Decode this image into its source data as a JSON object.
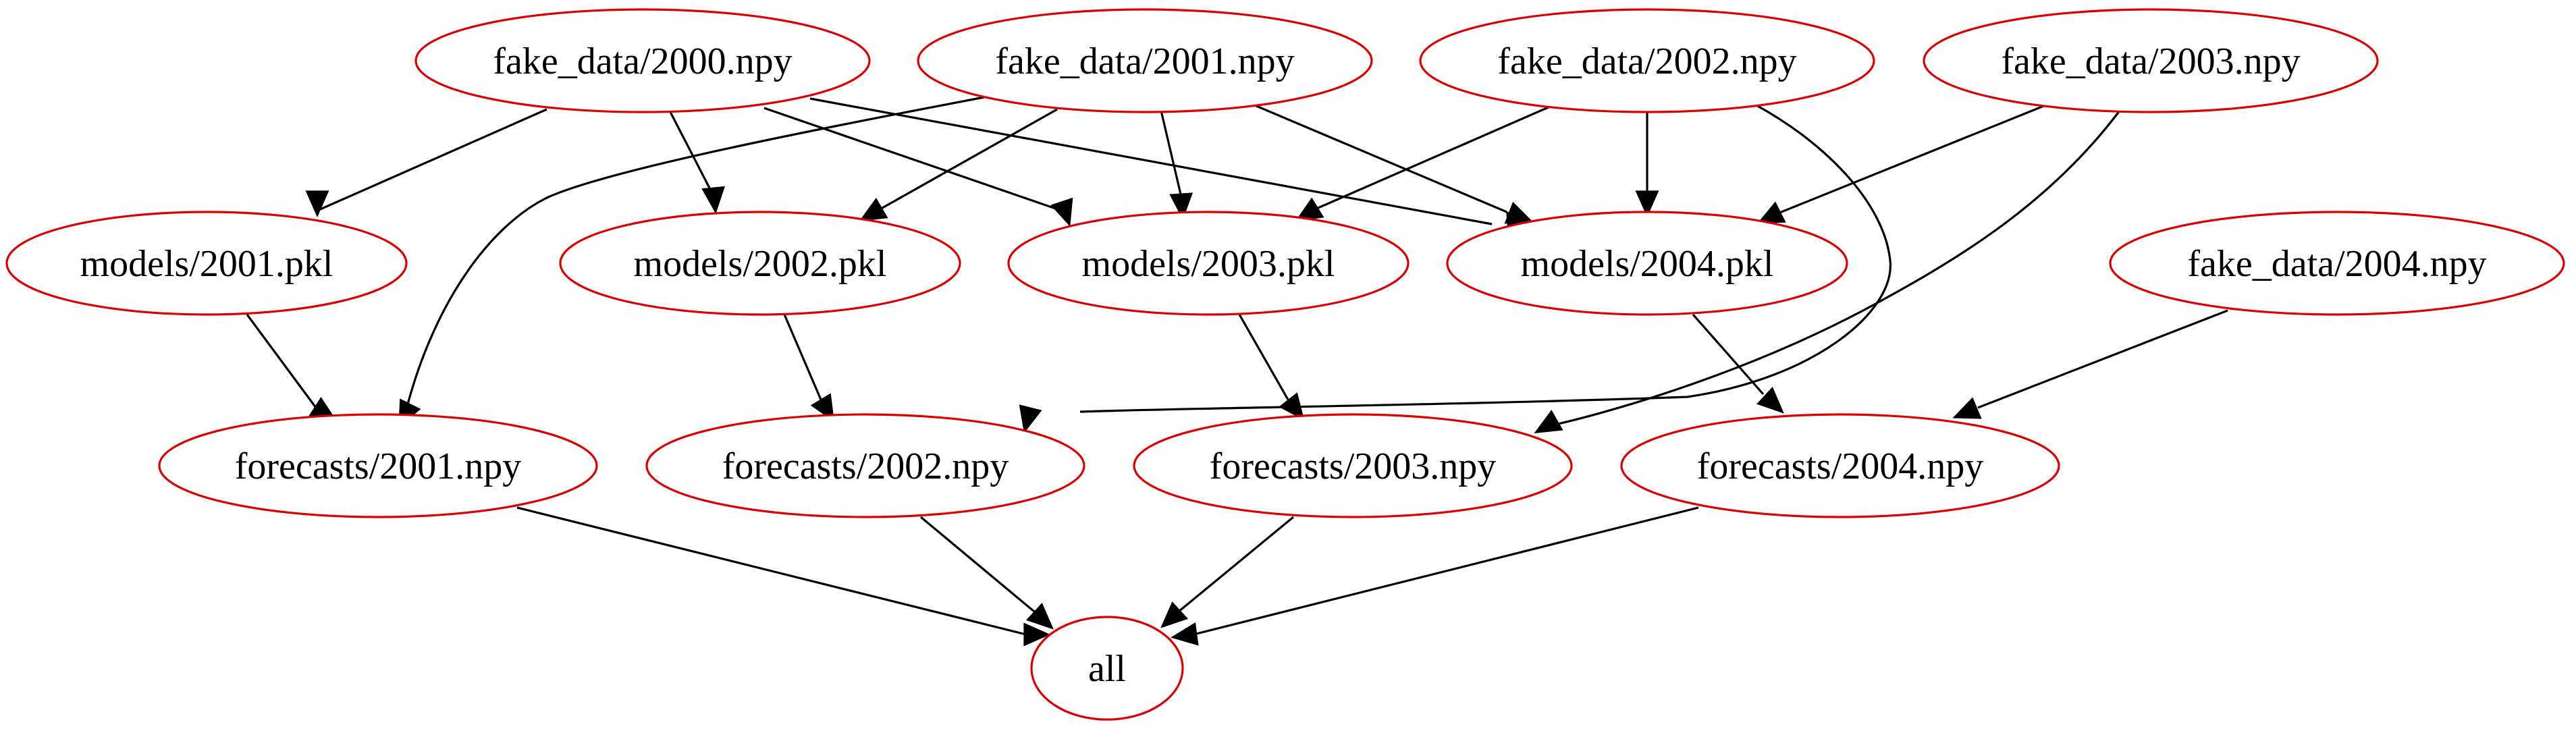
{
  "colors": {
    "node_stroke": "#dd0000",
    "edge": "#000000",
    "background": "#ffffff"
  },
  "nodes": [
    {
      "id": "fd2000",
      "label": "fake_data/2000.npy"
    },
    {
      "id": "fd2001",
      "label": "fake_data/2001.npy"
    },
    {
      "id": "fd2002",
      "label": "fake_data/2002.npy"
    },
    {
      "id": "fd2003",
      "label": "fake_data/2003.npy"
    },
    {
      "id": "m2001",
      "label": "models/2001.pkl"
    },
    {
      "id": "m2002",
      "label": "models/2002.pkl"
    },
    {
      "id": "m2003",
      "label": "models/2003.pkl"
    },
    {
      "id": "m2004",
      "label": "models/2004.pkl"
    },
    {
      "id": "fd2004",
      "label": "fake_data/2004.npy"
    },
    {
      "id": "f2001",
      "label": "forecasts/2001.npy"
    },
    {
      "id": "f2002",
      "label": "forecasts/2002.npy"
    },
    {
      "id": "f2003",
      "label": "forecasts/2003.npy"
    },
    {
      "id": "f2004",
      "label": "forecasts/2004.npy"
    },
    {
      "id": "all",
      "label": "all"
    }
  ],
  "edges": [
    {
      "from": "fd2000",
      "to": "m2001"
    },
    {
      "from": "fd2000",
      "to": "m2002"
    },
    {
      "from": "fd2000",
      "to": "m2003"
    },
    {
      "from": "fd2000",
      "to": "m2004"
    },
    {
      "from": "fd2001",
      "to": "f2001"
    },
    {
      "from": "fd2001",
      "to": "m2002"
    },
    {
      "from": "fd2001",
      "to": "m2003"
    },
    {
      "from": "fd2001",
      "to": "m2004"
    },
    {
      "from": "fd2002",
      "to": "m2003"
    },
    {
      "from": "fd2002",
      "to": "m2004"
    },
    {
      "from": "fd2002",
      "to": "f2002"
    },
    {
      "from": "fd2003",
      "to": "m2004"
    },
    {
      "from": "fd2003",
      "to": "f2003"
    },
    {
      "from": "m2001",
      "to": "f2001"
    },
    {
      "from": "m2002",
      "to": "f2002"
    },
    {
      "from": "m2003",
      "to": "f2003"
    },
    {
      "from": "m2004",
      "to": "f2004"
    },
    {
      "from": "fd2004",
      "to": "f2004"
    },
    {
      "from": "f2001",
      "to": "all"
    },
    {
      "from": "f2002",
      "to": "all"
    },
    {
      "from": "f2003",
      "to": "all"
    },
    {
      "from": "f2004",
      "to": "all"
    }
  ]
}
